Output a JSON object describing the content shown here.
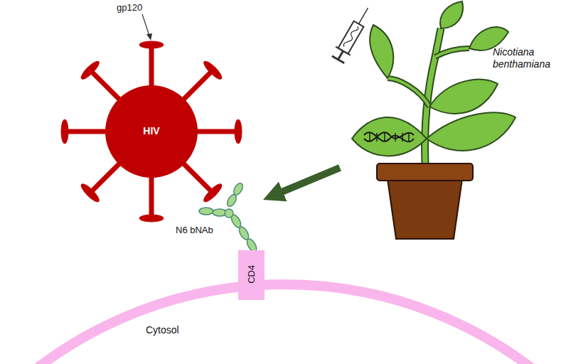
{
  "diagram": {
    "nodes": [
      {
        "text": [
          "HIV"
        ]
      },
      {
        "text": [
          "Nicotiana benthamiana"
        ]
      },
      {
        "text": [
          "N6 bNAb"
        ]
      },
      {
        "text": [
          "Cytosol"
        ]
      },
      {
        "text": [
          "CD4"
        ],
        "in": 3
      }
    ],
    "edges": [
      {
        "from": 1,
        "to": 2,
        "arrow": "to"
      }
    ],
    "labels": [
      "gp120"
    ]
  }
}
